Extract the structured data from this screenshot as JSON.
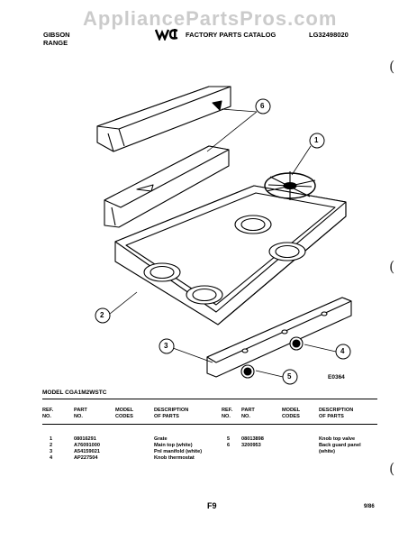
{
  "watermark": "AppliancePartsPros.com",
  "header": {
    "brand_line1": "GIBSON",
    "brand_line2": "RANGE",
    "catalog_title": "FACTORY PARTS CATALOG",
    "catalog_code": "LG32498020"
  },
  "diagram": {
    "callouts": [
      "1",
      "2",
      "3",
      "4",
      "5",
      "6"
    ],
    "drawing_code": "E0364"
  },
  "model_label": "MODEL CGA1M2WSTC",
  "table": {
    "headers_left": {
      "ref": [
        "REF.",
        "NO."
      ],
      "part": [
        "PART",
        "NO."
      ],
      "model": [
        "MODEL",
        "CODES"
      ],
      "desc": [
        "DESCRIPTION",
        "OF PARTS"
      ]
    },
    "headers_right": {
      "ref": [
        "REF.",
        "NO."
      ],
      "part": [
        "PART",
        "NO."
      ],
      "model": [
        "MODEL",
        "CODES"
      ],
      "desc": [
        "DESCRIPTION",
        "OF PARTS"
      ]
    },
    "rows_left": [
      {
        "ref": "1",
        "part": "08016291",
        "desc": "Grate"
      },
      {
        "ref": "2",
        "part": "A76091000",
        "desc": "Main top (white)"
      },
      {
        "ref": "3",
        "part": "A54159021",
        "desc": "Pnl manifold (white)"
      },
      {
        "ref": "4",
        "part": "AP227504",
        "desc": "Knob thermostat"
      }
    ],
    "rows_right": [
      {
        "ref": "5",
        "part": "08013898",
        "desc": "Knob top valve"
      },
      {
        "ref": "6",
        "part": "3200953",
        "desc": "Back guard panel"
      },
      {
        "ref": "",
        "part": "",
        "desc": "(white)"
      }
    ]
  },
  "footer": {
    "page": "F9",
    "date": "9/86"
  }
}
